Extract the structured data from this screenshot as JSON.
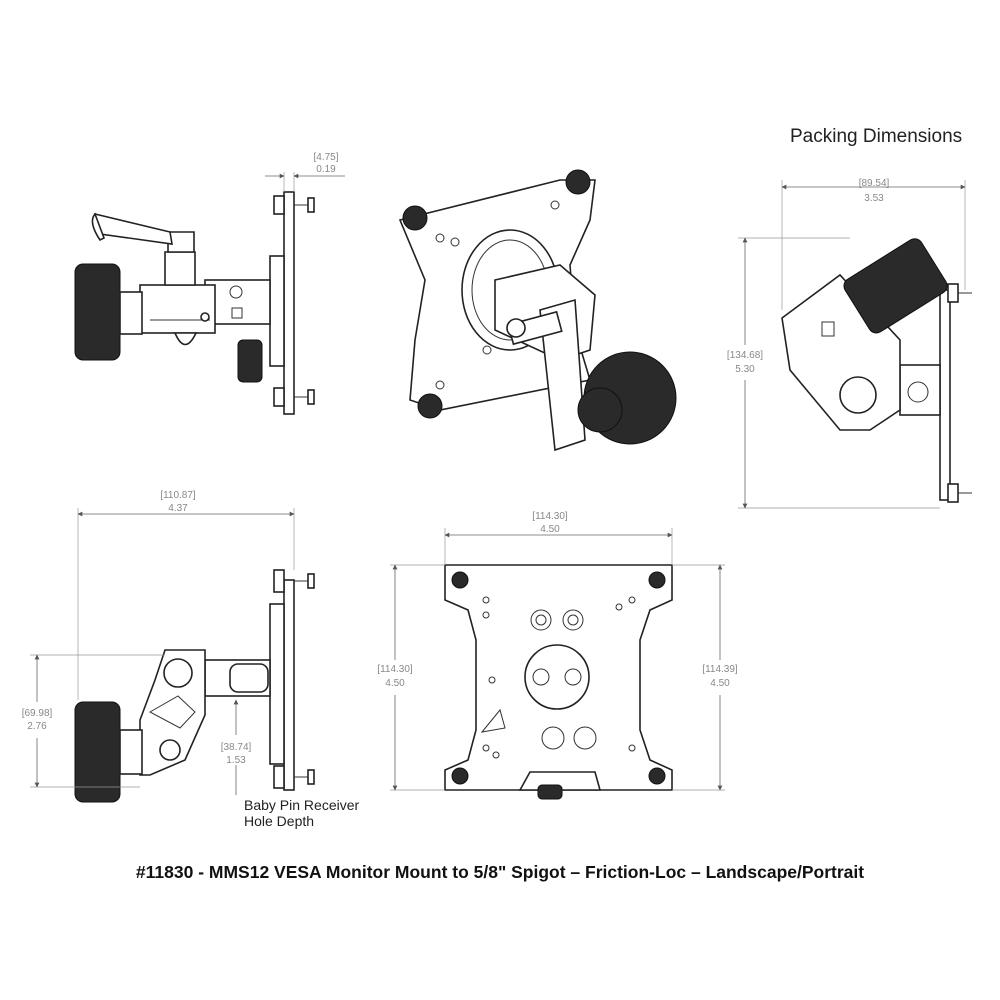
{
  "headings": {
    "packing": "Packing Dimensions"
  },
  "caption": "#11830 - MMS12 VESA Monitor Mount to 5/8\" Spigot – Friction-Loc – Landscape/Portrait",
  "note": {
    "line1": "Baby Pin Receiver",
    "line2": "Hole Depth"
  },
  "dimensions": {
    "side_top_width": {
      "mm": "[4.75]",
      "in": "0.19"
    },
    "pack_width": {
      "mm": "[89.54]",
      "in": "3.53"
    },
    "pack_height": {
      "mm": "[134.68]",
      "in": "5.30"
    },
    "side_bottom_width": {
      "mm": "[110.87]",
      "in": "4.37"
    },
    "side_bottom_height": {
      "mm": "[69.98]",
      "in": "2.76"
    },
    "pin_depth": {
      "mm": "[38.74]",
      "in": "1.53"
    },
    "front_width": {
      "mm": "[114.30]",
      "in": "4.50"
    },
    "front_height_left": {
      "mm": "[114.30]",
      "in": "4.50"
    },
    "front_height_right": {
      "mm": "[114.39]",
      "in": "4.50"
    }
  }
}
